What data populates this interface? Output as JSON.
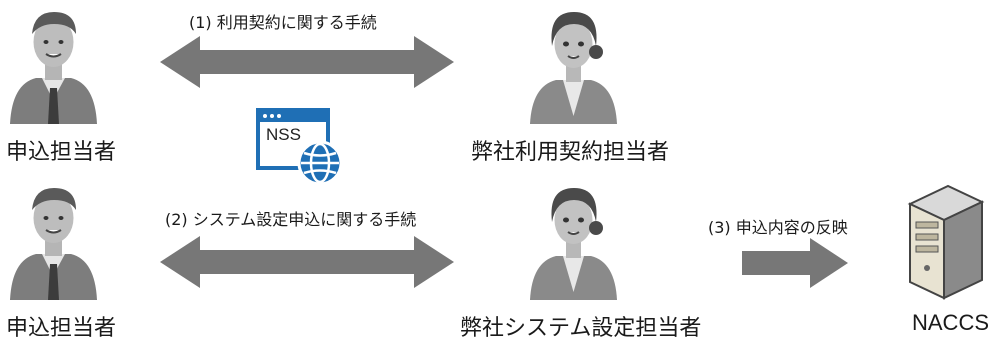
{
  "nodes": {
    "applicant_1": {
      "label": "申込担当者"
    },
    "applicant_2": {
      "label": "申込担当者"
    },
    "contract_staff": {
      "label": "弊社利用契約担当者"
    },
    "system_staff": {
      "label": "弊社システム設定担当者"
    },
    "naccs_server": {
      "label": "NACCS"
    }
  },
  "steps": {
    "step1": {
      "label": "(1) 利用契約に関する手続"
    },
    "step2": {
      "label": "(2) システム設定申込に関する手続"
    },
    "step3": {
      "label": "(3) 申込内容の反映"
    }
  },
  "web_icon": {
    "label": "NSS",
    "icon": "browser-globe-icon",
    "color": "#1f6fb5"
  },
  "colors": {
    "arrow": "#777777",
    "person": "#8a8a8a",
    "person_dark": "#555555"
  }
}
